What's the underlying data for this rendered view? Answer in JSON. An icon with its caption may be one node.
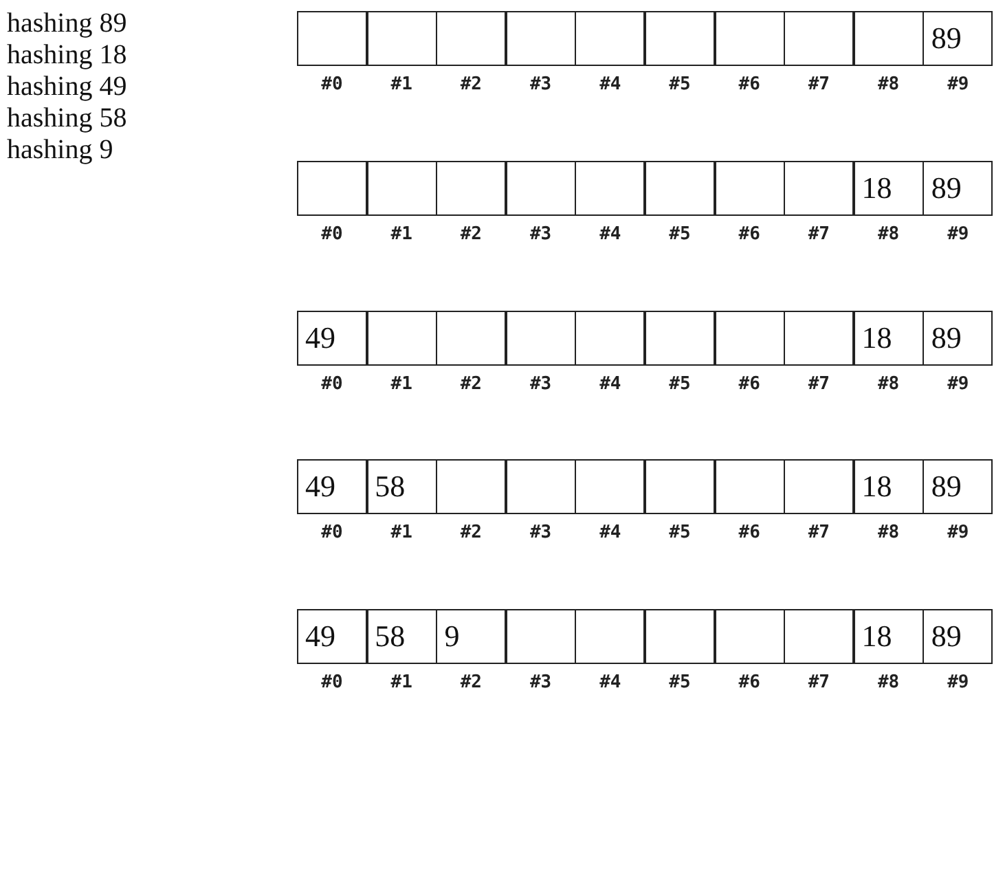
{
  "diagram": {
    "nodes": [
      {
        "text": [],
        "shape": "box",
        "beside": [
          "#0"
        ]
      },
      {
        "text": [],
        "shape": "box",
        "beside": [
          "#1"
        ]
      },
      {
        "text": [],
        "shape": "box",
        "beside": [
          "#2"
        ]
      },
      {
        "text": [],
        "shape": "box",
        "beside": [
          "#3"
        ]
      },
      {
        "text": [],
        "shape": "box",
        "beside": [
          "#4"
        ]
      },
      {
        "text": [],
        "shape": "box",
        "beside": [
          "#5"
        ]
      },
      {
        "text": [],
        "shape": "box",
        "beside": [
          "#6"
        ]
      },
      {
        "text": [],
        "shape": "box",
        "beside": [
          "#7"
        ]
      },
      {
        "text": [],
        "shape": "box",
        "beside": [
          "#8"
        ]
      },
      {
        "text": [
          "89"
        ],
        "beside": [
          "#9"
        ]
      },
      {
        "text": [],
        "shape": "box",
        "beside": [
          "#0"
        ]
      },
      {
        "text": [],
        "shape": "box",
        "beside": [
          "#1"
        ]
      },
      {
        "text": [],
        "shape": "box",
        "beside": [
          "#2"
        ]
      },
      {
        "text": [],
        "shape": "box",
        "beside": [
          "#3"
        ]
      },
      {
        "text": [],
        "shape": "box",
        "beside": [
          "#4"
        ]
      },
      {
        "text": [],
        "shape": "box",
        "beside": [
          "#5"
        ]
      },
      {
        "text": [],
        "shape": "box",
        "beside": [
          "#6"
        ]
      },
      {
        "text": [],
        "shape": "box",
        "beside": [
          "#7"
        ]
      },
      {
        "text": [
          "18"
        ],
        "beside": [
          "#8"
        ]
      },
      {
        "text": [
          "89"
        ],
        "beside": [
          "#9"
        ]
      },
      {
        "text": [
          "49"
        ],
        "beside": [
          "#0"
        ]
      },
      {
        "text": [],
        "shape": "box",
        "beside": [
          "#1"
        ]
      },
      {
        "text": [],
        "shape": "box",
        "beside": [
          "#2"
        ]
      },
      {
        "text": [],
        "shape": "box",
        "beside": [
          "#3"
        ]
      },
      {
        "text": [],
        "shape": "box",
        "beside": [
          "#4"
        ]
      },
      {
        "text": [],
        "shape": "box",
        "beside": [
          "#5"
        ]
      },
      {
        "text": [],
        "shape": "box",
        "beside": [
          "#6"
        ]
      },
      {
        "text": [],
        "shape": "box",
        "beside": [
          "#7"
        ]
      },
      {
        "text": [
          "18"
        ],
        "beside": [
          "#8"
        ]
      },
      {
        "text": [
          "89"
        ],
        "beside": [
          "#9"
        ]
      },
      {
        "text": [
          "49"
        ],
        "beside": [
          "#0"
        ]
      },
      {
        "text": [
          "58"
        ],
        "beside": [
          "#1"
        ]
      },
      {
        "text": [],
        "shape": "box",
        "beside": [
          "#2"
        ]
      },
      {
        "text": [],
        "shape": "box",
        "beside": [
          "#3"
        ]
      },
      {
        "text": [],
        "shape": "box",
        "beside": [
          "#4"
        ]
      },
      {
        "text": [],
        "shape": "box",
        "beside": [
          "#5"
        ]
      },
      {
        "text": [],
        "shape": "box",
        "beside": [
          "#6"
        ]
      },
      {
        "text": [],
        "shape": "box",
        "beside": [
          "#7"
        ]
      },
      {
        "text": [
          "18"
        ],
        "beside": [
          "#8"
        ]
      },
      {
        "text": [
          "89"
        ],
        "beside": [
          "#9"
        ]
      },
      {
        "text": [
          "49"
        ],
        "beside": [
          "#0"
        ]
      },
      {
        "text": [
          "58"
        ],
        "beside": [
          "#1"
        ]
      },
      {
        "text": [
          "9"
        ],
        "beside": [
          "#2"
        ]
      },
      {
        "text": [],
        "shape": "box",
        "beside": [
          "#3"
        ]
      },
      {
        "text": [],
        "shape": "box",
        "beside": [
          "#4"
        ]
      },
      {
        "text": [],
        "shape": "box",
        "beside": [
          "#5"
        ]
      },
      {
        "text": [],
        "shape": "box",
        "beside": [
          "#6"
        ]
      },
      {
        "text": [],
        "shape": "box",
        "beside": [
          "#7"
        ]
      },
      {
        "text": [
          "18"
        ],
        "beside": [
          "#8"
        ]
      },
      {
        "text": [
          "89"
        ],
        "beside": [
          "#9"
        ]
      }
    ],
    "labels": [
      "hashing 89",
      "hashing 18",
      "hashing 49",
      "hashing 58",
      "hashing 9"
    ]
  }
}
